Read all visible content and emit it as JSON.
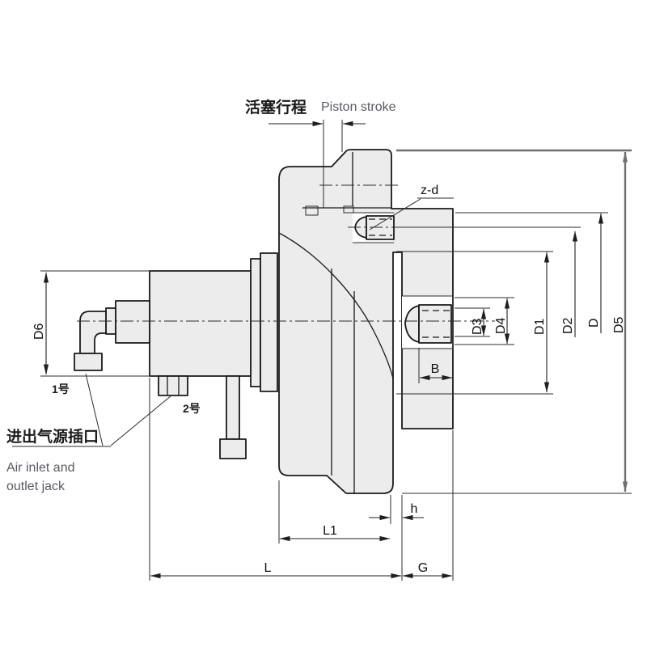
{
  "drawing": {
    "title_context": "Pneumatic rotary cylinder cross-section dimension drawing",
    "labels": {
      "piston_stroke_zh": "活塞行程",
      "piston_stroke_en": "Piston stroke",
      "z_d": "z-d",
      "dim_d6": "D6",
      "dim_d3": "D3",
      "dim_d4": "D4",
      "dim_d1": "D1",
      "dim_d2": "D2",
      "dim_d": "D",
      "dim_d5": "D5",
      "dim_b": "B",
      "dim_h": "h",
      "dim_l1": "L1",
      "dim_l": "L",
      "dim_g": "G",
      "port1": "1号",
      "port2": "2号",
      "air_jack_zh": "进出气源插口",
      "air_jack_en_line1": "Air inlet and",
      "air_jack_en_line2": "outlet jack"
    },
    "colors": {
      "background": "#ffffff",
      "body_fill": "#ececec",
      "outline": "#1a1a1a",
      "dim_line": "#1f1f1f",
      "gray_dim_line": "#6f6f6f",
      "text_primary": "#111111",
      "text_secondary": "#565b63"
    }
  }
}
